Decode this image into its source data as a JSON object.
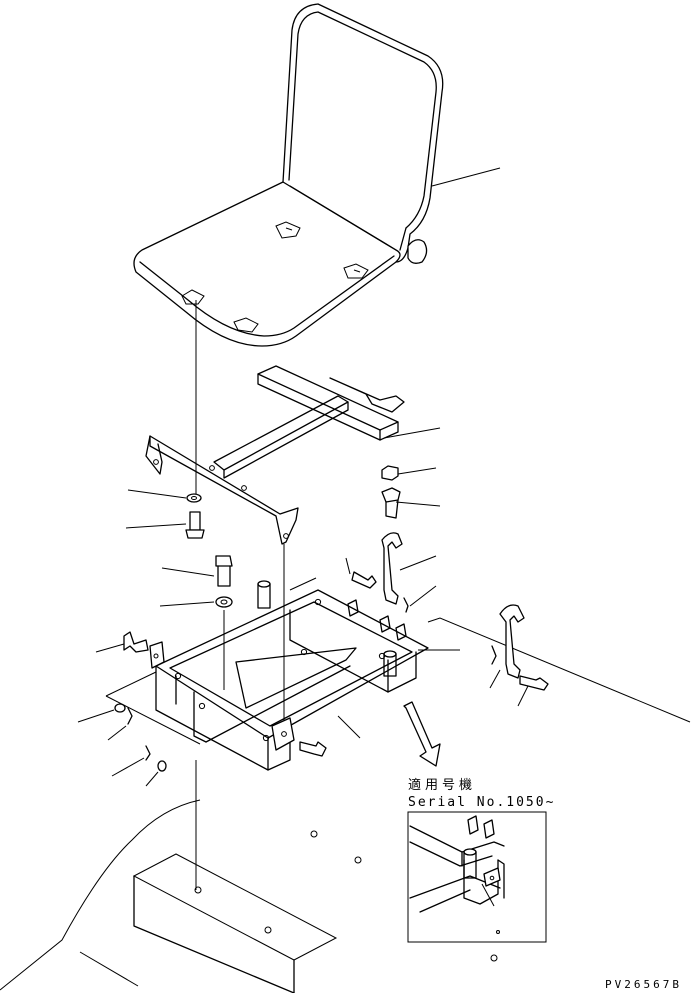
{
  "inset": {
    "applicable_label": "適用号機",
    "serial_label": "Serial No.1050~"
  },
  "drawing_code": "PV26567B"
}
